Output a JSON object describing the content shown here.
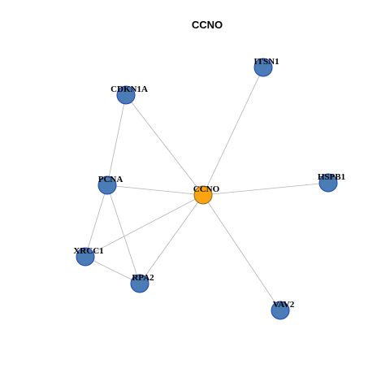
{
  "title": "CCNO",
  "colors": {
    "center_fill": "#F9A411",
    "center_stroke": "#8a6a1a",
    "neighbor_fill": "#4A7DB5",
    "neighbor_stroke": "#1f3fbf",
    "edge": "#b3b3b3"
  },
  "nodes": [
    {
      "id": "CCNO",
      "label": "CCNO",
      "role": "center"
    },
    {
      "id": "ITSN1",
      "label": "ITSN1",
      "role": "neighbor"
    },
    {
      "id": "CDKN1A",
      "label": "CDKN1A",
      "role": "neighbor"
    },
    {
      "id": "PCNA",
      "label": "PCNA",
      "role": "neighbor"
    },
    {
      "id": "HSPB1",
      "label": "HSPB1",
      "role": "neighbor"
    },
    {
      "id": "XRCC1",
      "label": "XRCC1",
      "role": "neighbor"
    },
    {
      "id": "RPA2",
      "label": "RPA2",
      "role": "neighbor"
    },
    {
      "id": "VAV2",
      "label": "VAV2",
      "role": "neighbor"
    }
  ],
  "edges": [
    [
      "CCNO",
      "ITSN1"
    ],
    [
      "CCNO",
      "CDKN1A"
    ],
    [
      "CCNO",
      "PCNA"
    ],
    [
      "CCNO",
      "HSPB1"
    ],
    [
      "CCNO",
      "XRCC1"
    ],
    [
      "CCNO",
      "RPA2"
    ],
    [
      "CCNO",
      "VAV2"
    ],
    [
      "CDKN1A",
      "PCNA"
    ],
    [
      "PCNA",
      "XRCC1"
    ],
    [
      "PCNA",
      "RPA2"
    ],
    [
      "XRCC1",
      "RPA2"
    ]
  ]
}
